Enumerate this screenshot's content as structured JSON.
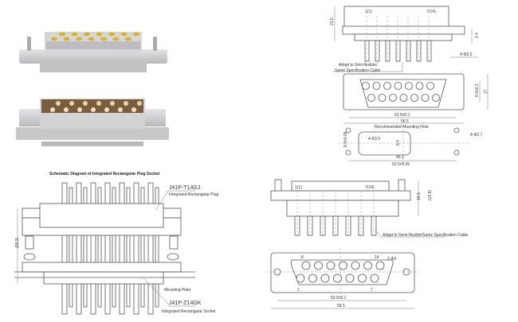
{
  "colors": {
    "housing": "#cfcfd1",
    "pin_gold": "#d9b21c",
    "line": "#555555"
  },
  "top_right_drawing": {
    "pin_label_left": "1(1)",
    "pin_label_right": "7(14)",
    "height_dim": "21.6",
    "flange_dim": "2.4",
    "screw_dim": "4-M2.5",
    "cable_note_1": "Adapt to Simi-flexible/",
    "cable_note_2": "Same Specification Cable",
    "pitch_dim": "52.5±0.1",
    "width_dim": "56.5",
    "row_dim": "8.4±0.1",
    "height_face_dim": "17",
    "mount_title": "Recommended Mounting Hole",
    "radius_dim": "4-R3.9",
    "hole_dim": "4-Φ2.7",
    "hole_spacing_dim": "8.4±0.05",
    "slot_height_dim": "8.4",
    "slot_width_dim": "45.1",
    "hole_pitch_dim": "52.5±0.05"
  },
  "schematic": {
    "title": "Schematic Diagram of Integrated Rectangular Plug Socket",
    "plug_code": "J41P-T14GJ",
    "plug_name": "Integrated Rectangular Plug",
    "height_dim": "(28.3)",
    "plate_label": "Mounting Plate",
    "socket_code": "J41P-Z14GK",
    "socket_name": "Integrated Rectangular Socket"
  },
  "bottom_drawing": {
    "pin_label_left": "1(1)",
    "pin_label_right": "7(14)",
    "height_dim": "14.5",
    "height_dim_2": "(14.8)",
    "cable_note": "Adapt to Semi-flexible/Same Specification Cable",
    "pin_8": "8",
    "pin_14": "14",
    "hole_dim": "2-Φ3",
    "pin_1": "1",
    "pin_7": "7",
    "pitch_dim": "52.5±0.1",
    "width_dim": "56.5"
  }
}
